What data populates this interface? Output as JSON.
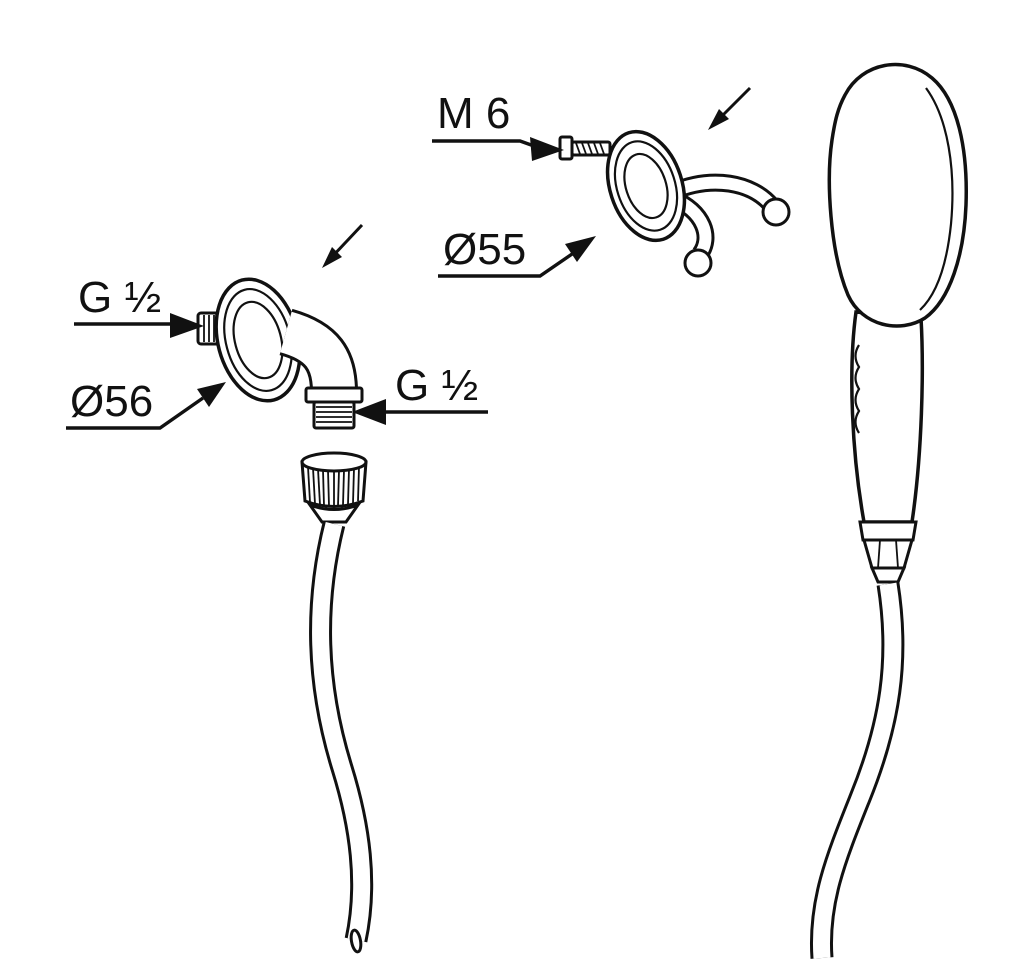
{
  "diagram": {
    "background": "#ffffff",
    "line_color": "#111111",
    "labels": {
      "m6": "M 6",
      "d55": "Ø55",
      "g12_inlet": "G ½",
      "d56": "Ø56",
      "g12_outlet": "G ½"
    }
  }
}
